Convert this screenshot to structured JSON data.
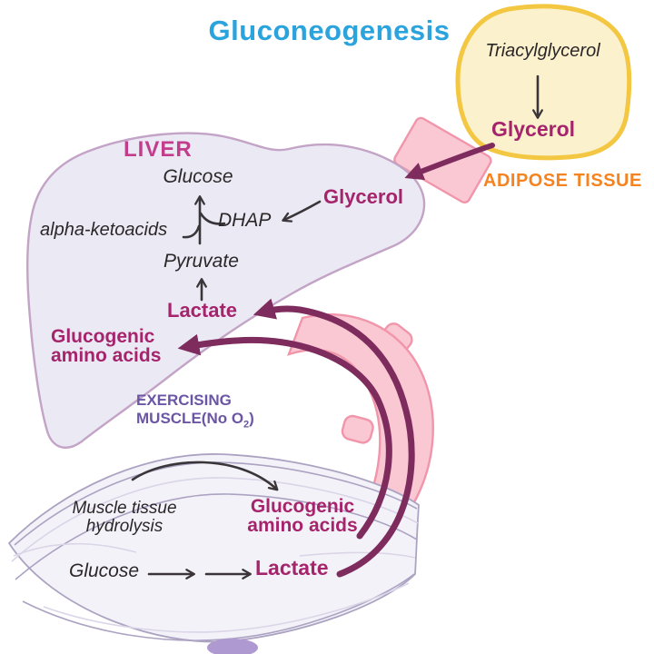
{
  "title": "Gluconeogenesis",
  "adipose_tissue": {
    "name": "ADIPOSE TISSUE",
    "molecules": {
      "triacylglycerol": "Triacylglycerol",
      "glycerol": "Glycerol"
    }
  },
  "liver": {
    "name": "LIVER",
    "molecules": {
      "glucose": "Glucose",
      "glycerol": "Glycerol",
      "dhap": "DHAP",
      "alpha_ketoacids": "alpha-ketoacids",
      "pyruvate": "Pyruvate",
      "lactate": "Lactate",
      "glucogenic_line1": "Glucogenic",
      "glucogenic_line2": "amino acids"
    }
  },
  "muscle": {
    "name_line1": "EXERCISING",
    "name_line2_pre": "MUSCLE(No O",
    "name_sub": "2",
    "name_line2_post": ")",
    "process_line1": "Muscle tissue",
    "process_line2": "hydrolysis",
    "molecules": {
      "glucogenic_line1": "Glucogenic",
      "glucogenic_line2": "amino acids",
      "glucose": "Glucose",
      "lactate": "Lactate"
    }
  },
  "colors": {
    "blue": "#2BA3DC",
    "magenta": "#A5246C",
    "liver-label": "#C23E8D",
    "orange": "#F5831F",
    "purple": "#6B55A5",
    "plum": "#7E2B5D",
    "ink": "#2B2729"
  }
}
